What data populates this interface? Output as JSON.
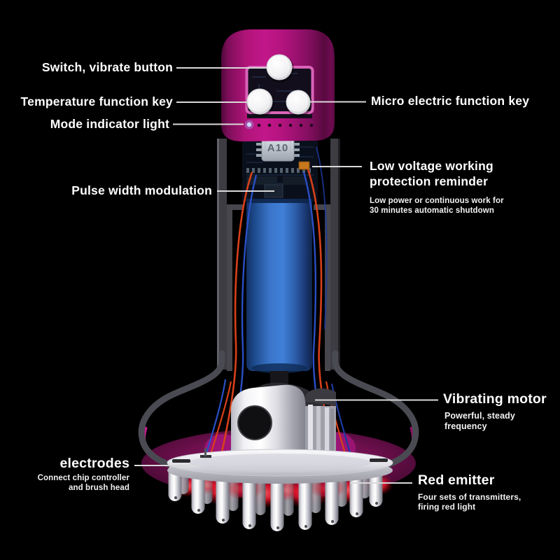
{
  "diagram": {
    "chip_label": "A10",
    "callouts": {
      "switch": {
        "label": "Switch, vibrate button"
      },
      "temperature": {
        "label": "Temperature function key"
      },
      "mode_indicator": {
        "label": "Mode indicator light"
      },
      "micro_electric": {
        "label": "Micro electric function key"
      },
      "low_voltage": {
        "label": "Low voltage working protection reminder",
        "sub": "Low power or continuous work for 30 minutes automatic shutdown"
      },
      "pwm": {
        "label": "Pulse width modulation"
      },
      "vibrating_motor": {
        "label": "Vibrating motor",
        "sub": "Powerful, steady frequency"
      },
      "electrodes": {
        "label": "electrodes",
        "sub": "Connect chip controller and brush head"
      },
      "red_emitter": {
        "label": "Red emitter",
        "sub": "Four sets of transmitters, firing red light"
      }
    },
    "colors": {
      "background": "#000000",
      "label_text": "#ffffff",
      "callout_line": "#d9d9d9",
      "cap_magenta": "#b5137f",
      "battery_blue": "#3a74c8",
      "wire_red": "#d8401a",
      "wire_blue": "#2a4fc6",
      "emitter_red": "#e8182c",
      "shell_gray": "#4a4a52",
      "metal_silver": "#e9e9ee"
    }
  }
}
